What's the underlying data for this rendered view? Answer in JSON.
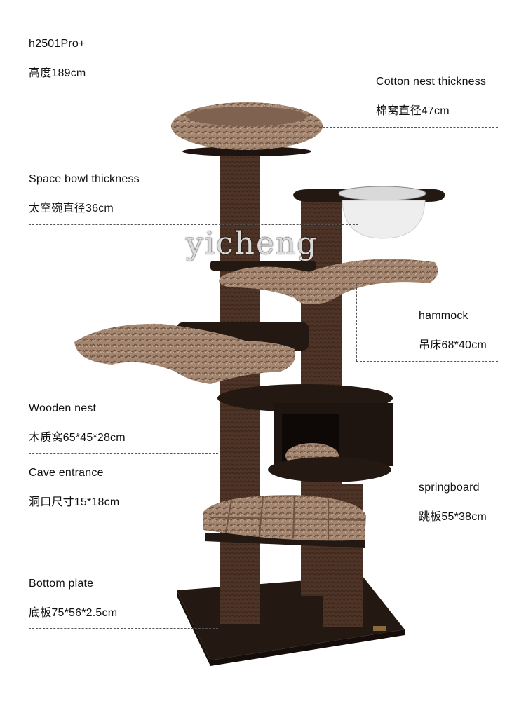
{
  "model": "h2501Pro+",
  "height_label": "高度189cm",
  "annotations": {
    "cotton_nest": {
      "en": "Cotton nest thickness",
      "cn": "棉窝直径47cm"
    },
    "space_bowl": {
      "en": "Space bowl thickness",
      "cn": "太空碗直径36cm"
    },
    "hammock": {
      "en": "hammock",
      "cn": "吊床68*40cm"
    },
    "wooden_nest": {
      "en": "Wooden nest",
      "cn": "木质窝65*45*28cm"
    },
    "cave_entrance": {
      "en": "Cave entrance",
      "cn": "洞口尺寸15*18cm"
    },
    "springboard": {
      "en": "springboard",
      "cn": "跳板55*38cm"
    },
    "bottom_plate": {
      "en": "Bottom plate",
      "cn": "底板75*56*2.5cm"
    }
  },
  "watermark": "yicheng",
  "colors": {
    "wood": "#2b1d17",
    "sisal": "#4e3426",
    "fur": "#a48670",
    "bowl": "#e6e6e6"
  }
}
